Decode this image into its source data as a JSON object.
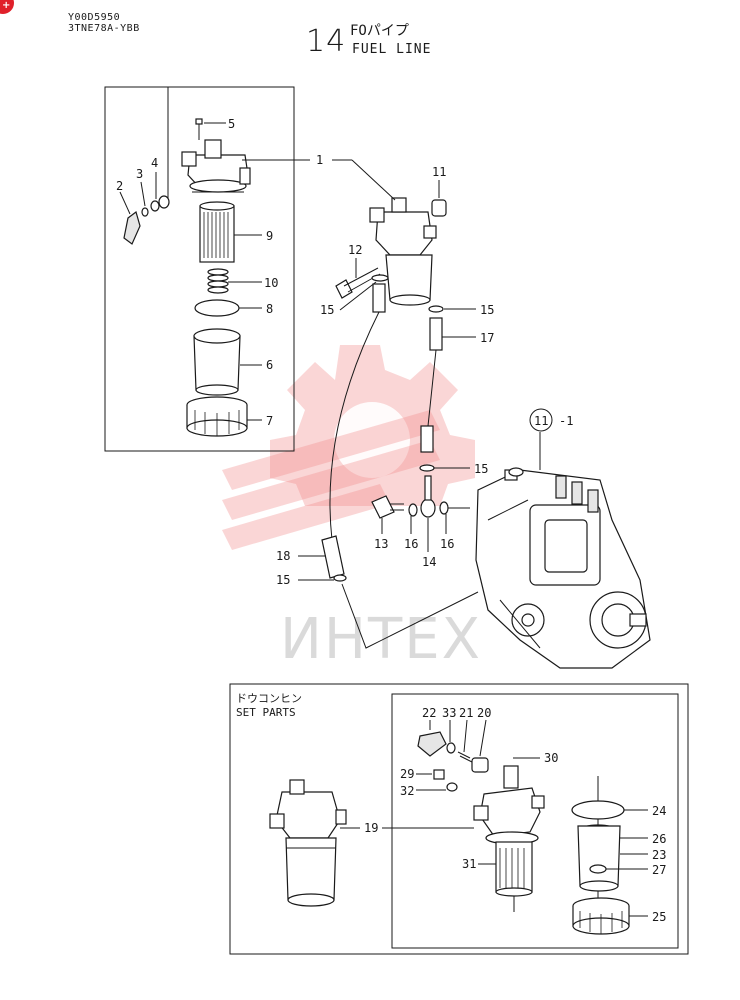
{
  "header": {
    "code_line1": "Y00D5950",
    "code_line2": "3TNE78A-YBB",
    "section_number": "14",
    "title_jp": "FOパイプ",
    "title_en": "FUEL LINE"
  },
  "watermark": {
    "text": "ИНТЕХ",
    "logo": "gear-logo"
  },
  "corner_badge": "+",
  "set_parts": {
    "label_jp": "ドウコンヒン",
    "label_en": "SET PARTS"
  },
  "callouts": {
    "c1": "1",
    "c2": "2",
    "c3": "3",
    "c4": "4",
    "c5": "5",
    "c6": "6",
    "c7": "7",
    "c8": "8",
    "c9": "9",
    "c10": "10",
    "c11": "11",
    "c11ref": "11",
    "c11suffix": "-1",
    "c12": "12",
    "c13": "13",
    "c14": "14",
    "c15a": "15",
    "c15b": "15",
    "c15c": "15",
    "c15d": "15",
    "c16a": "16",
    "c16b": "16",
    "c17": "17",
    "c18": "18",
    "c19": "19",
    "c20": "20",
    "c21": "21",
    "c22": "22",
    "c23": "23",
    "c24": "24",
    "c25": "25",
    "c26": "26",
    "c27": "27",
    "c29": "29",
    "c30": "30",
    "c31": "31",
    "c32": "32",
    "c33": "33"
  }
}
